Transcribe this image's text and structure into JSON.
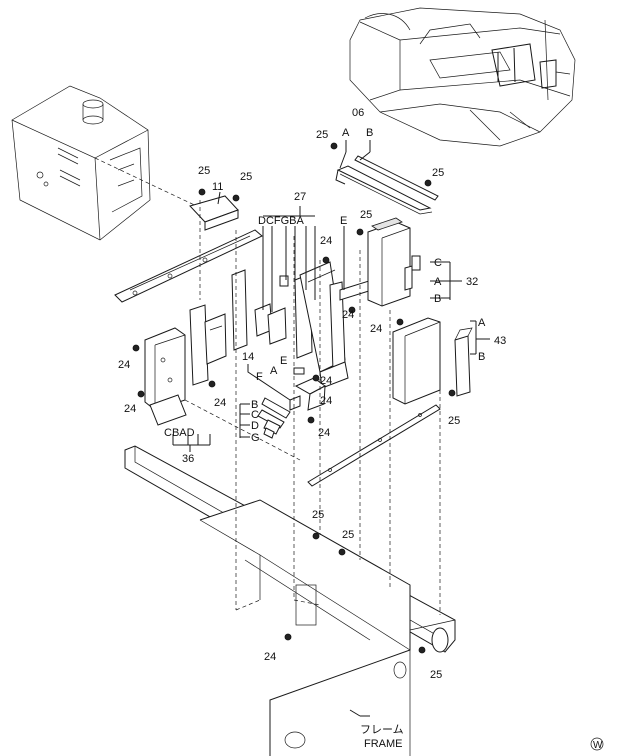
{
  "parts": {
    "p06": "06",
    "p11": "11",
    "p14": "14",
    "p27": "27",
    "p32": "32",
    "p36": "36",
    "p43": "43",
    "bolt24": "24",
    "bolt25": "25"
  },
  "letters": {
    "A": "A",
    "B": "B",
    "C": "C",
    "D": "D",
    "E": "E",
    "F": "F",
    "G": "G",
    "group27": "DCFGBA",
    "group36": "CBAD"
  },
  "frame": {
    "jp": "フレーム",
    "en": "FRAME"
  },
  "corner_mark": "W"
}
